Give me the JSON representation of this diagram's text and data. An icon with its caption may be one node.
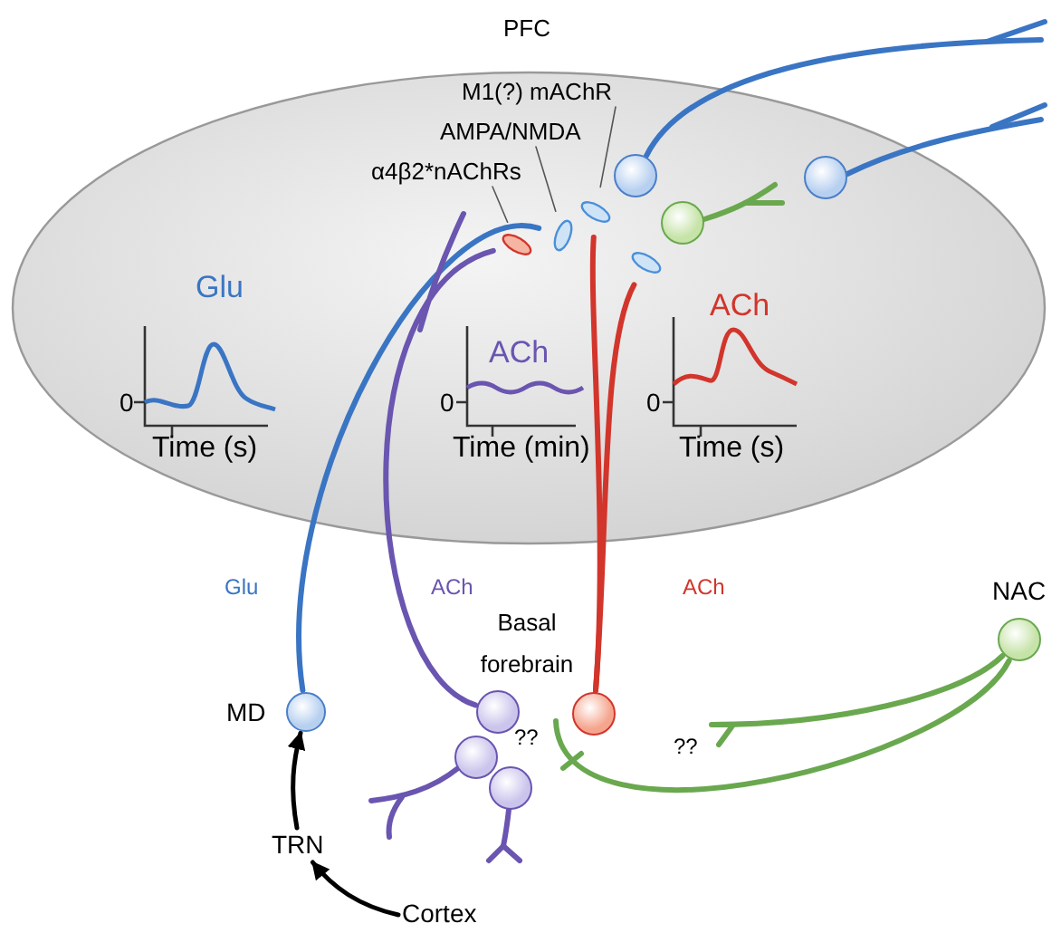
{
  "diagram": {
    "nodes": [
      {
        "text": [
          "PFC"
        ]
      },
      {
        "text": [
          "M1(?) mAChR"
        ],
        "in": 0
      },
      {
        "text": [],
        "shape": "ellipse",
        "in": 0
      },
      {
        "text": [
          "AMPA/NMDA"
        ],
        "in": 0
      },
      {
        "text": [],
        "shape": "ellipse",
        "in": 0
      },
      {
        "text": [
          "α4β2*nAChRs"
        ],
        "in": 0
      },
      {
        "text": [],
        "shape": "ellipse",
        "in": 0
      },
      {
        "text": [],
        "shape": "ellipse",
        "in": 0
      },
      {
        "text": [],
        "shape": "circle",
        "in": 0
      },
      {
        "text": [],
        "shape": "circle",
        "in": 0
      },
      {
        "text": [],
        "shape": "circle",
        "in": 0
      },
      {
        "text": [],
        "shape": "circle",
        "beside": [
          "MD"
        ]
      },
      {
        "text": [],
        "shape": "circle"
      },
      {
        "text": [],
        "shape": "circle"
      },
      {
        "text": [],
        "shape": "circle"
      },
      {
        "text": [],
        "shape": "circle"
      },
      {
        "text": [],
        "shape": "circle",
        "beside": [
          "NAC"
        ]
      },
      {
        "text": [
          "TRN"
        ]
      },
      {
        "text": [
          "Cortex"
        ]
      }
    ],
    "edges": [
      {
        "from": 1,
        "to": 2,
        "arrow": "none",
        "color": "#555555"
      },
      {
        "from": 3,
        "to": 4,
        "arrow": "none",
        "color": "#555555"
      },
      {
        "from": 5,
        "to": 6,
        "arrow": "none",
        "color": "#555555"
      },
      {
        "from": 11,
        "to": 4,
        "arrow": "none",
        "label": "Glu",
        "color": "#3a75c4"
      },
      {
        "from": 12,
        "to": 6,
        "arrow": "none",
        "label": "ACh",
        "color": "#6a55b0"
      },
      {
        "from": 15,
        "to": 2,
        "arrow": "none",
        "label": "ACh",
        "color": "#d2352b"
      },
      {
        "from": 15,
        "to": 7,
        "arrow": "none",
        "color": "#d2352b"
      },
      {
        "from": 16,
        "to": null,
        "arrow": "none",
        "color": "#6aa84f"
      },
      {
        "from": 16,
        "to": null,
        "arrow": "none",
        "color": "#6aa84f"
      },
      {
        "from": 18,
        "to": 17,
        "arrow": "to",
        "color": "#000000"
      },
      {
        "from": 17,
        "to": 11,
        "arrow": "to",
        "color": "#000000"
      }
    ],
    "labels": [
      "Glu",
      "ACh",
      "ACh",
      "0",
      "0",
      "0",
      "Time (s)",
      "Time (min)",
      "Time (s)",
      "Basal forebrain",
      "??",
      "??"
    ]
  }
}
